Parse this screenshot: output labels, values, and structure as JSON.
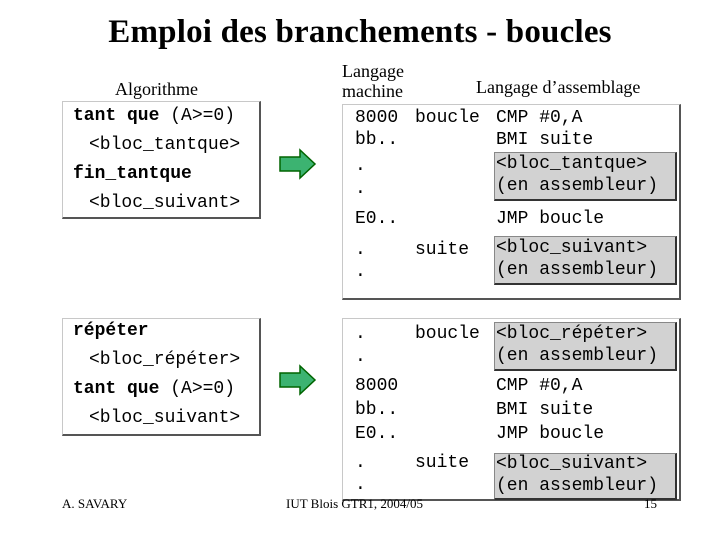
{
  "title": "Emploi des branchements - boucles",
  "headers": {
    "algorithme": "Algorithme",
    "langage_machine_1": "Langage",
    "langage_machine_2": "machine",
    "langage_assemblage": "Langage d’assemblage"
  },
  "algo_while": {
    "line1_kw": "tant que",
    "line1_cond": " (A>=0)",
    "line2": "<bloc_tantque>",
    "line3": "fin_tantque",
    "line4": "<bloc_suivant>"
  },
  "algo_repeat": {
    "line1": "répéter",
    "line2": "<bloc_répéter>",
    "line3_kw": "tant que",
    "line3_cond": " (A>=0)",
    "line4": "<bloc_suivant>"
  },
  "asm_while": {
    "addr1": "8000",
    "addr2": "bb..",
    "dot1": ".",
    "dot2": ".",
    "addr3": "E0..",
    "dot3": ".",
    "dot4": ".",
    "label_boucle": "boucle",
    "label_suite": "suite",
    "instr1": "CMP #0,A",
    "instr2": "BMI suite",
    "block1_l1": "<bloc_tantque>",
    "block1_l2": "(en assembleur)",
    "instr3": "JMP boucle",
    "block2_l1": "<bloc_suivant>",
    "block2_l2": "(en assembleur)"
  },
  "asm_repeat": {
    "dot1": ".",
    "dot2": ".",
    "addr1": "8000",
    "addr2": "bb..",
    "addr3": "E0..",
    "dot3": ".",
    "dot4": ".",
    "label_boucle": "boucle",
    "label_suite": "suite",
    "block1_l1": "<bloc_répéter>",
    "block1_l2": "(en assembleur)",
    "instr1": "CMP #0,A",
    "instr2": "BMI suite",
    "instr3": "JMP boucle",
    "block2_l1": "<bloc_suivant>",
    "block2_l2": "(en assembleur)"
  },
  "footer": {
    "author": "A. SAVARY",
    "course": "IUT Blois GTR1, 2004/05",
    "page": "15"
  },
  "colors": {
    "arrow_fill": "#3cb371",
    "arrow_stroke": "#006400",
    "block_fill": "#d2d2d2"
  }
}
